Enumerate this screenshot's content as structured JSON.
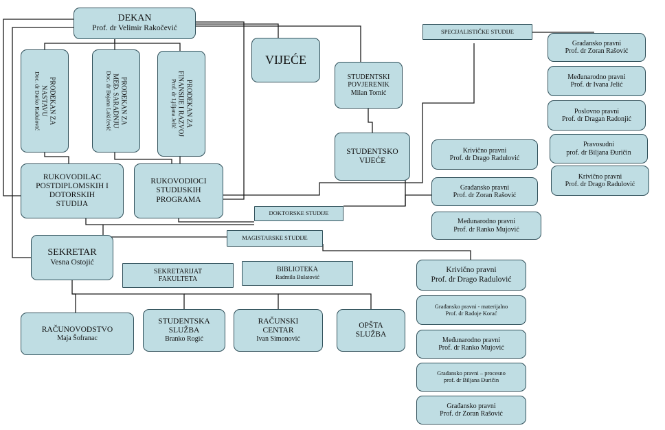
{
  "dekan": {
    "title": "DEKAN",
    "name": "Prof. dr Velimir Rakočević"
  },
  "vijece": "VIJEĆE",
  "prodekan_nastava": {
    "title1": "PRODEKAN ZA",
    "title2": "NASTAVU",
    "name": "Doc. dr Darko Radulović"
  },
  "prodekan_saradnja": {
    "title1": "PRODEKAN ZA",
    "title2": "MEĐ. SARADNJU",
    "name": "Doc. dr Bojana Lakićević"
  },
  "prodekan_finansije": {
    "title1": "PRODEKAN ZA",
    "title2": "FINANSIJE I RAZVOJ",
    "name": "Prof. dr Ljiljana Jelić"
  },
  "studentski_povjerenik": {
    "title1": "STUDENTSKI",
    "title2": "POVJERENIK",
    "name": "Milan Tomić"
  },
  "studentsko_vijece": {
    "line1": "STUDENTSKO",
    "line2": "VIJEĆE"
  },
  "rukovodilac_postdiplomskih": {
    "line1": "RUKOVODILAC",
    "line2": "POSTDIPLOMSKIH I",
    "line3": "DOTORSKIH",
    "line4": "STUDIJA"
  },
  "rukovodioci_programa": {
    "line1": "RUKOVODIOCI",
    "line2": "STUDIJSKIH",
    "line3": "PROGRAMA"
  },
  "specijalisticke": "SPECIJALISTIČKE STUDIJE",
  "doktorske": "DOKTORSKE STUDIJE",
  "magistarske": "MAGISTARSKE STUDIJE",
  "sekretar": {
    "title": "SEKRETAR",
    "name": "Vesna Ostojić"
  },
  "sekretarijat": {
    "line1": "SEKRETARIJAT",
    "line2": "FAKULTETA"
  },
  "biblioteka": {
    "title": "BIBLIOTEKA",
    "name": "Radmila Bulatović"
  },
  "racunovodstvo": {
    "title": "RAČUNOVODSTVO",
    "name": "Maja Šofranac"
  },
  "studentska_sluzba": {
    "line1": "STUDENTSKA",
    "line2": "SLUŽBA",
    "name": "Branko Rogić"
  },
  "racunski_centar": {
    "line1": "RAČUNSKI",
    "line2": "CENTAR",
    "name": "Ivan Simonović"
  },
  "opsta_sluzba": {
    "line1": "OPŠTA",
    "line2": "SLUŽBA"
  },
  "spec_items": [
    {
      "title": "Građansko pravni",
      "name": "Prof. dr Zoran Rašović"
    },
    {
      "title": "Međunarodno pravni",
      "name": "Prof. dr Ivana Jelić"
    },
    {
      "title": "Poslovno pravni",
      "name": "Prof. dr Dragan Radonjić"
    },
    {
      "title": "Pravosudni",
      "name": "prof. dr Biljana Đuričin"
    },
    {
      "title": "Krivično pravni",
      "name": "Prof. dr Drago Radulović"
    }
  ],
  "dokt_items": [
    {
      "title": "Krivično pravni",
      "name": "Prof. dr Drago Radulović"
    },
    {
      "title": "Građansko pravni",
      "name": "Prof. dr Zoran Rašović"
    },
    {
      "title": "Međunarodno pravni",
      "name": "Prof. dr Ranko Mujović"
    }
  ],
  "mag_items": [
    {
      "title": "Krivično pravni",
      "name": "Prof. dr Drago Radulović"
    },
    {
      "title": "Građansko pravni - materijalno",
      "name": "Prof. dr Radoje Korać"
    },
    {
      "title": "Međunarodno pravni",
      "name": "Prof. dr Ranko Mujović"
    },
    {
      "title": "Građansko pravni – procesno",
      "name": "prof. dr Biljana Đuričin"
    },
    {
      "title": "Građansko pravni",
      "name": "Prof. dr Zoran Rašović"
    }
  ],
  "colors": {
    "box_fill": "#bfdde3",
    "box_border": "#2f4f59",
    "line": "#1a1a1a"
  }
}
